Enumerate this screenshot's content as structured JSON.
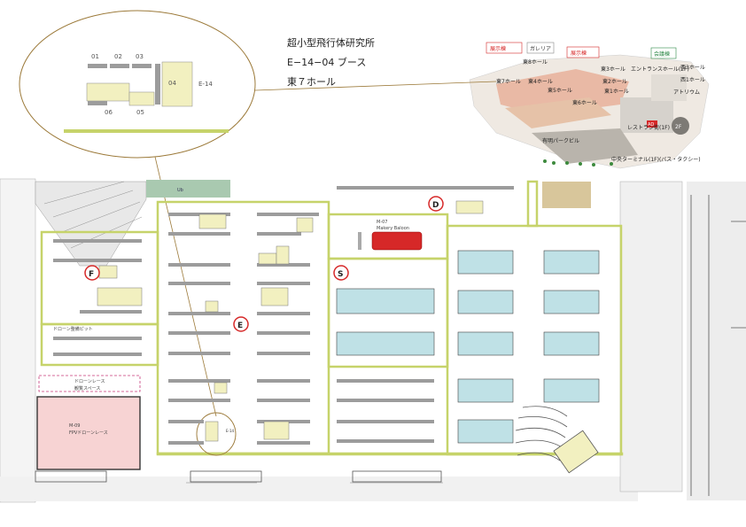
{
  "info": {
    "company": "超小型飛行体研究所",
    "booth": "E−14−04 ブース",
    "hall": "東７ホール"
  },
  "zoom": {
    "nums_top": [
      "01",
      "02",
      "03"
    ],
    "nums_bottom": [
      "06",
      "05"
    ],
    "booth_num": "04",
    "zone": "E-14"
  },
  "overview": {
    "tags": [
      "展示棟",
      "ガレリア",
      "展示棟",
      "会議棟"
    ],
    "halls": [
      "東3ホール",
      "東2ホール",
      "東1ホール",
      "東4ホール",
      "東5ホール",
      "東6ホール",
      "東7ホール",
      "東8ホール",
      "エントランスホール(2F)",
      "西3ホール",
      "西1ホール",
      "アトリウム",
      "レストラン街(1F)",
      "有明パークビル",
      "中央ターミナル(1F)(バス・タクシー)"
    ],
    "markers": [
      "AD",
      "2F"
    ]
  },
  "zones": [
    "D",
    "S",
    "E",
    "F"
  ],
  "labels": {
    "drone_race": "ドローンレース",
    "drone_space": "観覧スペース",
    "m_area": "M-09",
    "m_sub": "FPVドローンレース",
    "center": "M-07",
    "center_sub": "Makery Baloon",
    "e14": "E-14",
    "pit": "ドローン整備ピット"
  },
  "colors": {
    "zone_border": "#c6d36a",
    "booth_fill": "#f2f0c0",
    "teal_booth": "#bfe1e6",
    "callout": "#9c7a3a",
    "red_tag": "#d62828",
    "pink_area": "#f7d3d3"
  }
}
